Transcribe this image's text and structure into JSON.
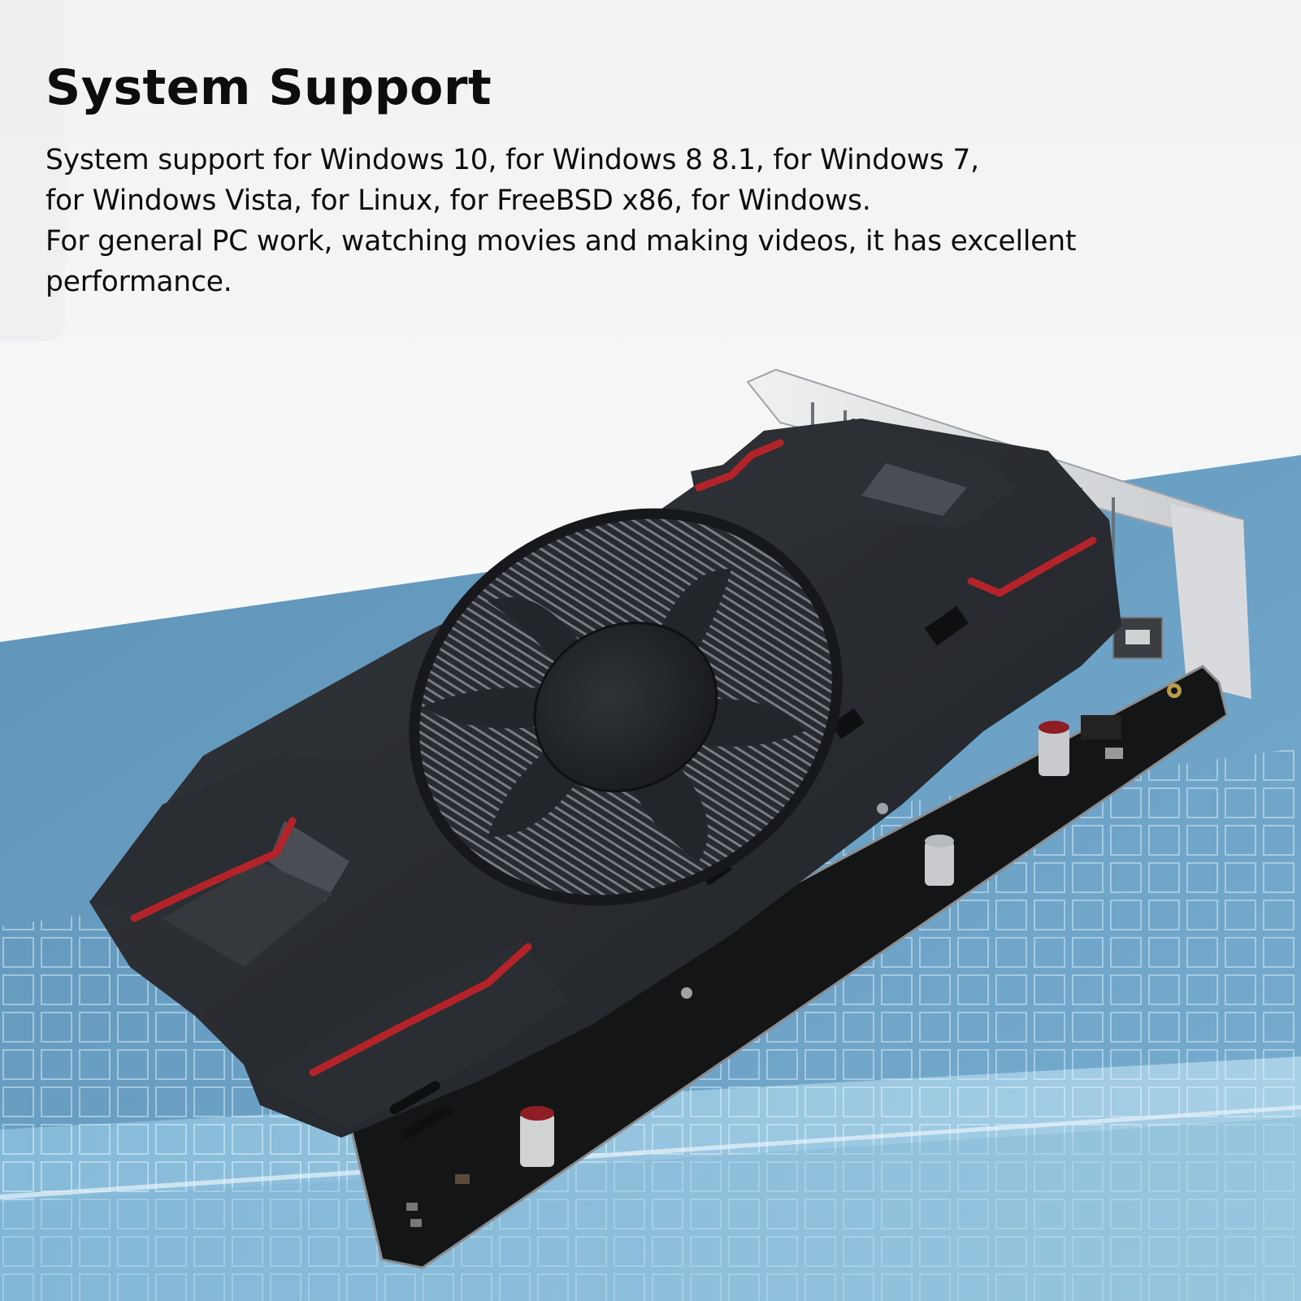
{
  "header": {
    "title": "System Support"
  },
  "description": {
    "lines": [
      "System support for Windows 10, for Windows 8 8.1, for Windows 7,",
      "for Windows Vista, for Linux, for FreeBSD x86, for Windows.",
      "For general PC work, watching movies and making videos, it has excellent",
      "performance."
    ]
  },
  "product_image": {
    "subject": "graphics-card",
    "features": [
      "single-cooling-fan",
      "black-shroud-with-red-accents",
      "heatsink-fins",
      "full-height-metal-bracket",
      "pcb-with-capacitors"
    ]
  },
  "colors": {
    "background_top": "#f4f5f6",
    "band_blue": "#6497ba",
    "band_light_blue": "#a9d3ea",
    "shroud_black": "#25282c",
    "accent_red": "#b3242a",
    "bracket_silver": "#d9dbde"
  }
}
